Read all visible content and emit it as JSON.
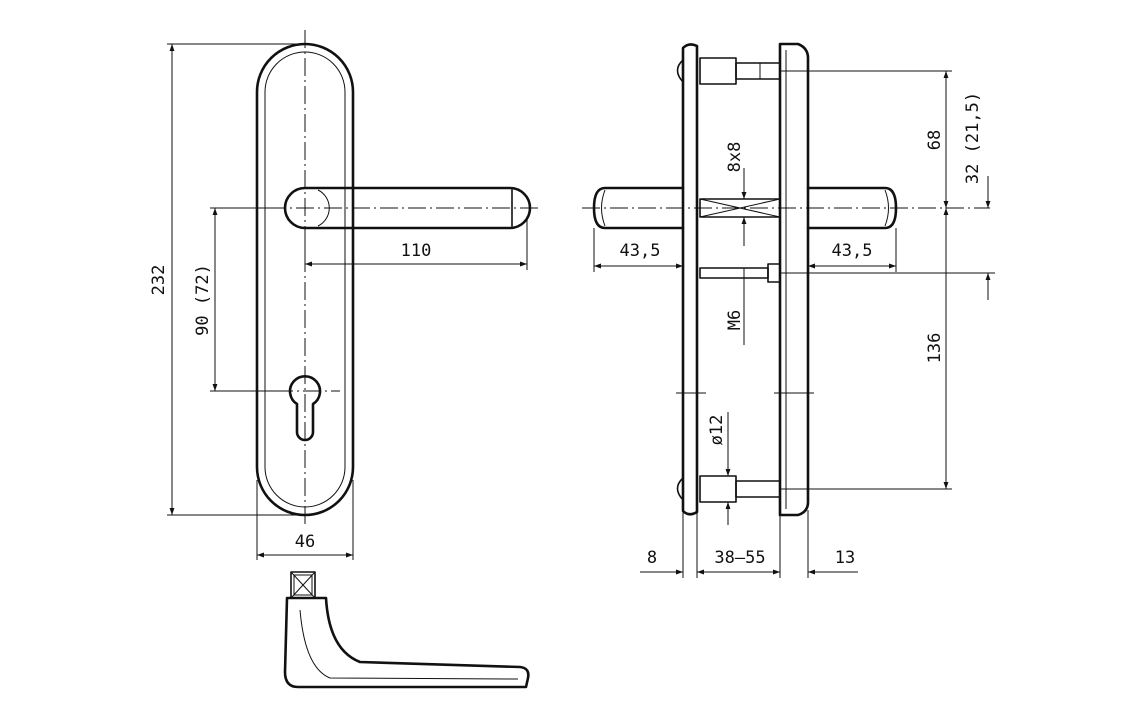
{
  "dimensions": {
    "overall_height": "232",
    "plate_width": "46",
    "lever_length": "110",
    "backset": "90 (72)",
    "spindle_square": "8x8",
    "lever_ext_left": "43,5",
    "lever_ext_right": "43,5",
    "screw_thread": "M6",
    "upper_offset": "68",
    "upper_offset_alt": "32 (21,5)",
    "lower_offset": "136",
    "sleeve_diameter": "ø12",
    "plate_thickness_outer": "8",
    "door_thickness": "38–55",
    "plate_thickness_inner": "13"
  }
}
